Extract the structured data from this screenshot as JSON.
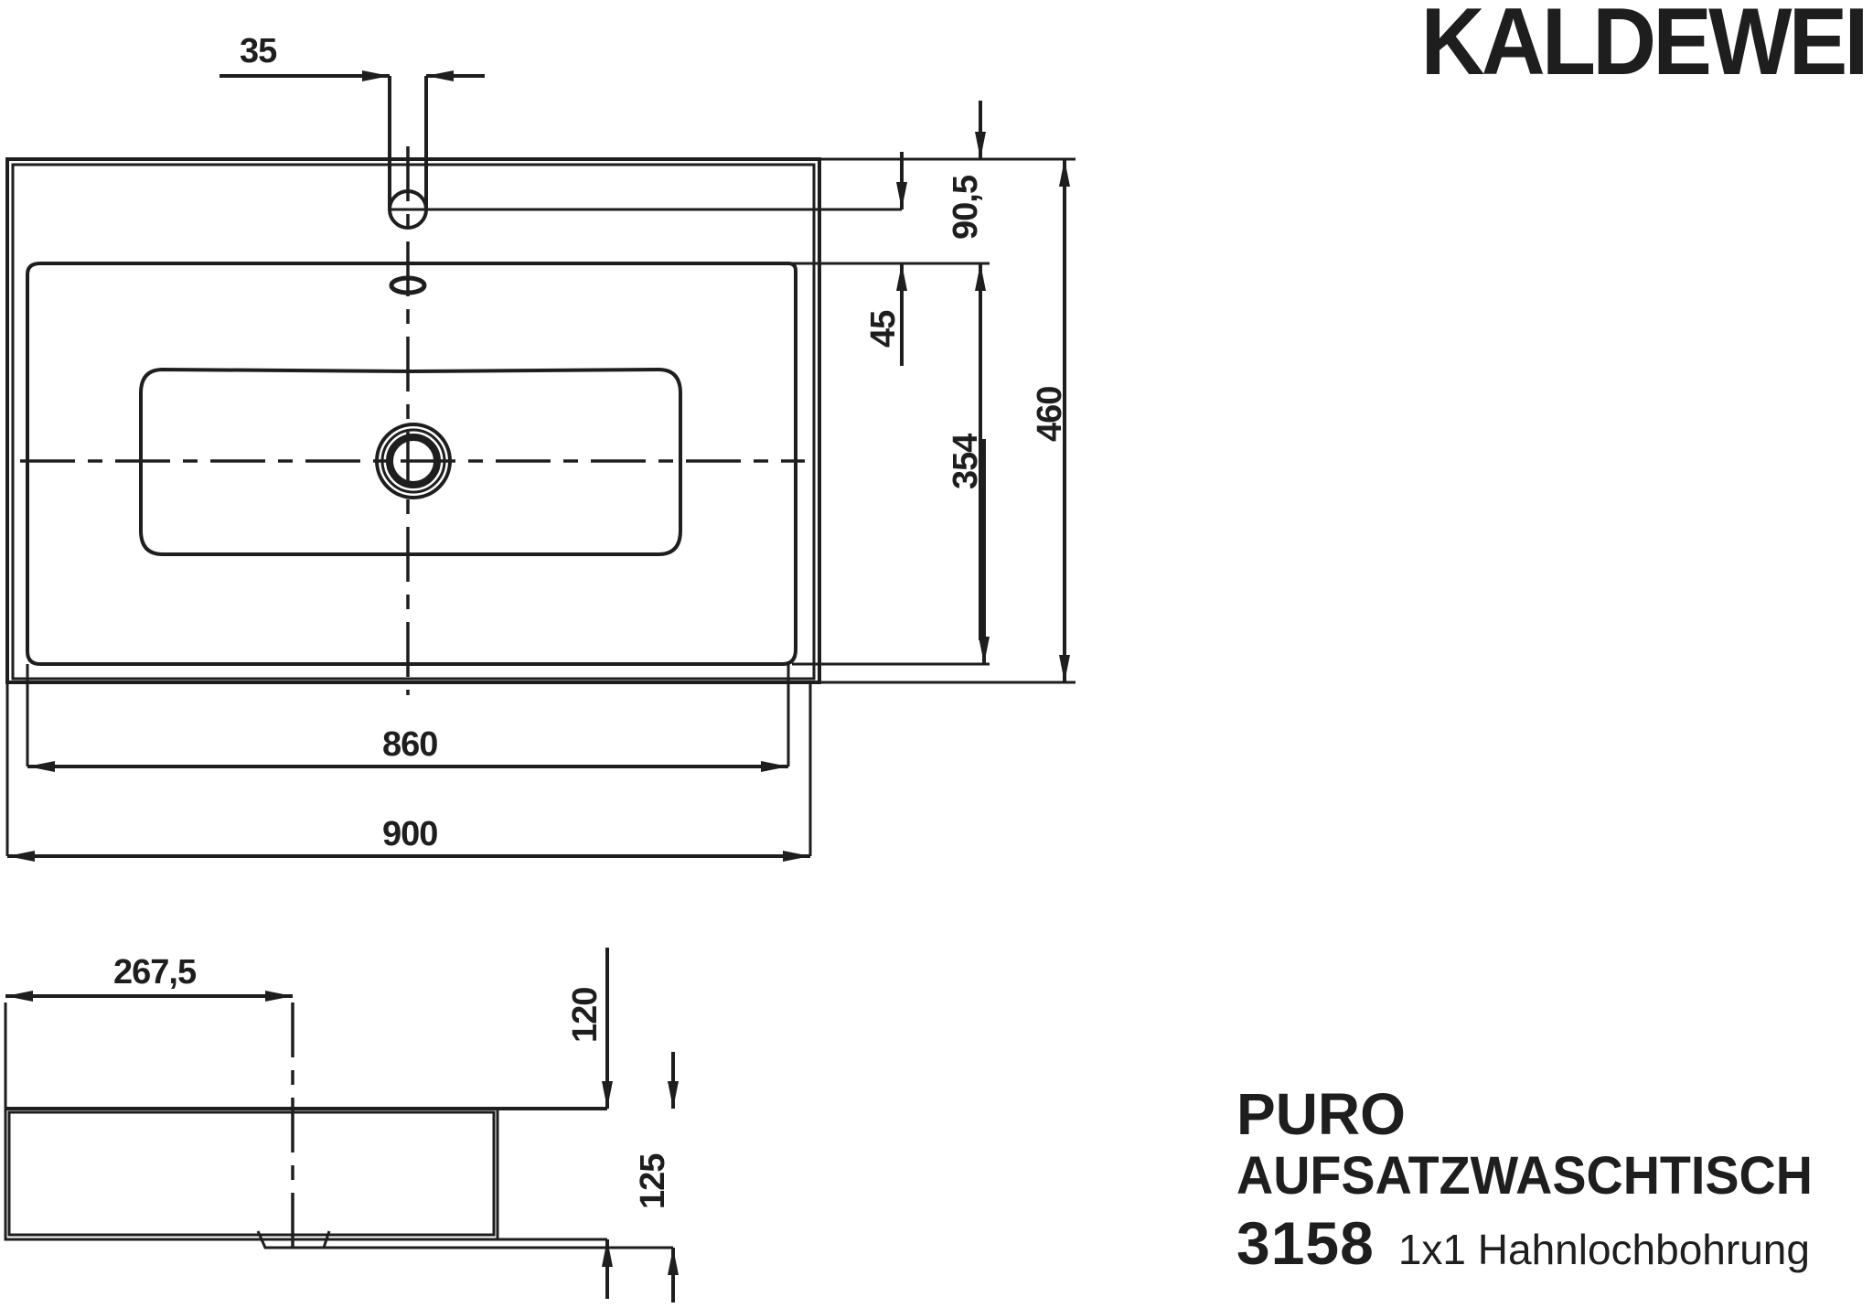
{
  "brand": {
    "logo_text": "KALDEWEI"
  },
  "product": {
    "series": "PURO",
    "type": "AUFSATZWASCHTISCH",
    "model_number": "3158",
    "tap_hole_note": "1x1 Hahnlochbohrung"
  },
  "top_view": {
    "dimensions": {
      "tap_hole_diameter": "35",
      "tap_hole_offset": "90,5",
      "overflow_offset": "45",
      "bowl_depth": "354",
      "total_depth": "460",
      "inner_width": "860",
      "total_width": "900"
    }
  },
  "side_view": {
    "dimensions": {
      "drain_offset": "267,5",
      "height_inner": "120",
      "height_total": "125"
    }
  },
  "colors": {
    "line": "#1e1e1e",
    "background": "#ffffff"
  }
}
